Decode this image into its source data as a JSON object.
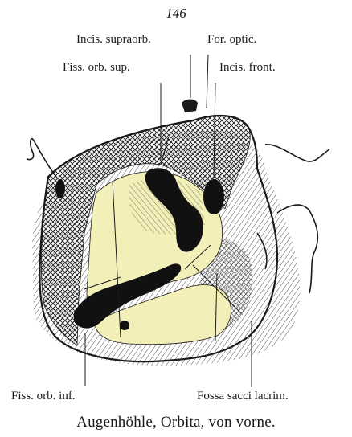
{
  "page_number": "146",
  "caption": "Augenhöhle, Orbita, von vorne.",
  "labels": {
    "incis_supraorb": "Incis. supraorb.",
    "for_optic": "For. optic.",
    "fiss_orb_sup": "Fiss. orb. sup.",
    "incis_front": "Incis. front.",
    "fiss_orb_inf": "Fiss. orb. inf.",
    "fossa_sacci_lacrim": "Fossa sacci lacrim."
  },
  "colors": {
    "ink": "#1a1a1a",
    "orbit_floor": "#f3efb8",
    "paper": "#ffffff"
  }
}
